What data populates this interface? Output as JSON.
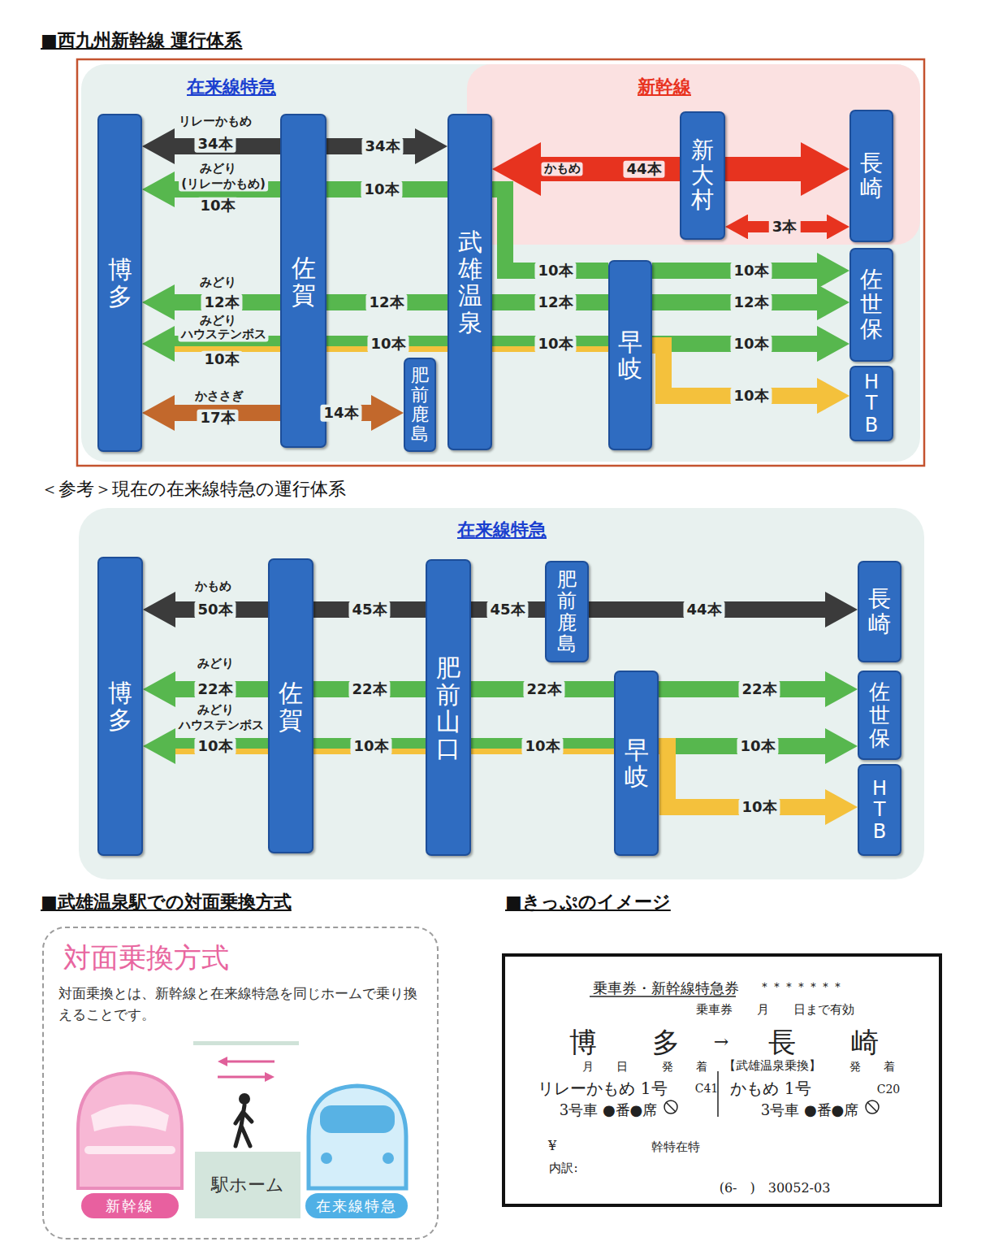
{
  "diagram": {
    "title": "■西九州新幹線 運行体系",
    "nodes": [
      {
        "text": [
          "在来線特急"
        ]
      },
      {
        "text": [
          "新幹線"
        ],
        "in": 0
      },
      {
        "text": [
          "博多"
        ],
        "in": 0
      },
      {
        "text": [
          "佐賀"
        ],
        "in": 0
      },
      {
        "text": [
          "武雄温泉"
        ],
        "in": 0
      },
      {
        "text": [
          "新大村"
        ],
        "in": 1
      },
      {
        "text": [
          "長崎"
        ],
        "in": 1
      },
      {
        "text": [
          "肥前鹿島"
        ],
        "in": 0
      },
      {
        "text": [
          "早岐"
        ],
        "in": 0
      },
      {
        "text": [
          "佐世保"
        ],
        "in": 0
      },
      {
        "text": [
          "HTB"
        ],
        "in": 0
      },
      {
        "text": [
          "在来線特急"
        ]
      },
      {
        "text": [
          "博多"
        ],
        "in": 11
      },
      {
        "text": [
          "佐賀"
        ],
        "in": 11
      },
      {
        "text": [
          "肥前山口"
        ],
        "in": 11
      },
      {
        "text": [
          "肥前鹿島"
        ],
        "in": 11
      },
      {
        "text": [
          "長崎"
        ],
        "in": 11
      },
      {
        "text": [
          "早岐"
        ],
        "in": 11
      },
      {
        "text": [
          "佐世保"
        ],
        "in": 11
      },
      {
        "text": [
          "HTB"
        ],
        "in": 11
      },
      {
        "text": [
          "対面乗換方式",
          "対面乗換とは、新幹線と在来線特急を同じホームで乗り換えることです。"
        ]
      },
      {
        "text": [
          "新幹線"
        ],
        "in": 20
      },
      {
        "text": [
          "駅ホーム"
        ],
        "in": 20
      },
      {
        "text": [
          "在来線特急"
        ],
        "in": 20
      },
      {
        "text": [
          "乗車券・新幹線特急券",
          "＊＊＊＊＊＊＊",
          "乗車券　　月　　日まで有効",
          "博　　多",
          "→",
          "長　　崎",
          "月　　日　　　発　　着",
          "【武雄温泉乗換】",
          "発　　着",
          "リレーかもめ 1号",
          "C41",
          "かもめ 1号",
          "C20",
          "3号車 ●番●席",
          "3号車 ●番●席",
          "¥",
          "幹特在特",
          "内訳:",
          "(6-　)　30052-03"
        ]
      }
    ],
    "edges": [
      {
        "from": 3,
        "to": 2,
        "arrow": "to",
        "label": "34本"
      },
      {
        "from": 3,
        "to": 4,
        "arrow": "to",
        "label": "34本"
      },
      {
        "from": 3,
        "to": 2,
        "arrow": "to",
        "label": "10本"
      },
      {
        "from": 3,
        "to": 4,
        "arrow": "none",
        "label": "10本"
      },
      {
        "from": 4,
        "to": 8,
        "arrow": "none",
        "label": "10本"
      },
      {
        "from": 8,
        "to": 9,
        "arrow": "to",
        "label": "10本"
      },
      {
        "from": 3,
        "to": 2,
        "arrow": "to",
        "label": "12本"
      },
      {
        "from": 3,
        "to": 4,
        "arrow": "none",
        "label": "12本"
      },
      {
        "from": 4,
        "to": 8,
        "arrow": "none",
        "label": "12本"
      },
      {
        "from": 8,
        "to": 9,
        "arrow": "to",
        "label": "12本"
      },
      {
        "from": 3,
        "to": 2,
        "arrow": "to",
        "label": "10本"
      },
      {
        "from": 3,
        "to": 4,
        "arrow": "none",
        "label": "10本"
      },
      {
        "from": 4,
        "to": 8,
        "arrow": "none",
        "label": "10本"
      },
      {
        "from": 8,
        "to": 9,
        "arrow": "to",
        "label": "10本"
      },
      {
        "from": 8,
        "to": 10,
        "arrow": "to",
        "label": "10本"
      },
      {
        "from": 3,
        "to": 2,
        "arrow": "to",
        "label": "17本"
      },
      {
        "from": 3,
        "to": 7,
        "arrow": "to",
        "label": "14本"
      },
      {
        "from": 5,
        "to": 4,
        "arrow": "to",
        "label": "44本"
      },
      {
        "from": 5,
        "to": 6,
        "arrow": "to"
      },
      {
        "from": 5,
        "to": 6,
        "arrow": "both",
        "label": "3本"
      },
      {
        "from": 13,
        "to": 12,
        "arrow": "to",
        "label": "50本"
      },
      {
        "from": 13,
        "to": 14,
        "arrow": "none",
        "label": "45本"
      },
      {
        "from": 14,
        "to": 15,
        "arrow": "none",
        "label": "45本"
      },
      {
        "from": 15,
        "to": 16,
        "arrow": "to",
        "label": "44本"
      },
      {
        "from": 13,
        "to": 12,
        "arrow": "to",
        "label": "22本"
      },
      {
        "from": 13,
        "to": 14,
        "arrow": "none",
        "label": "22本"
      },
      {
        "from": 14,
        "to": 17,
        "arrow": "none",
        "label": "22本"
      },
      {
        "from": 17,
        "to": 18,
        "arrow": "to",
        "label": "22本"
      },
      {
        "from": 13,
        "to": 12,
        "arrow": "to",
        "label": "10本"
      },
      {
        "from": 13,
        "to": 14,
        "arrow": "none",
        "label": "10本"
      },
      {
        "from": 14,
        "to": 17,
        "arrow": "none",
        "label": "10本"
      },
      {
        "from": 17,
        "to": 18,
        "arrow": "to",
        "label": "10本"
      },
      {
        "from": 17,
        "to": 19,
        "arrow": "to",
        "label": "10本"
      }
    ],
    "labels": [
      "リレーかもめ",
      "みどり",
      "(リレーかもめ)",
      "みどり",
      "みどり",
      "ハウステンボス",
      "かささぎ",
      "かもめ",
      "＜参考＞現在の在来線特急の運行体系",
      "かもめ",
      "みどり",
      "みどり",
      "ハウステンボス",
      "■武雄温泉駅での対面乗換方式",
      "■きっぷのイメージ"
    ]
  }
}
